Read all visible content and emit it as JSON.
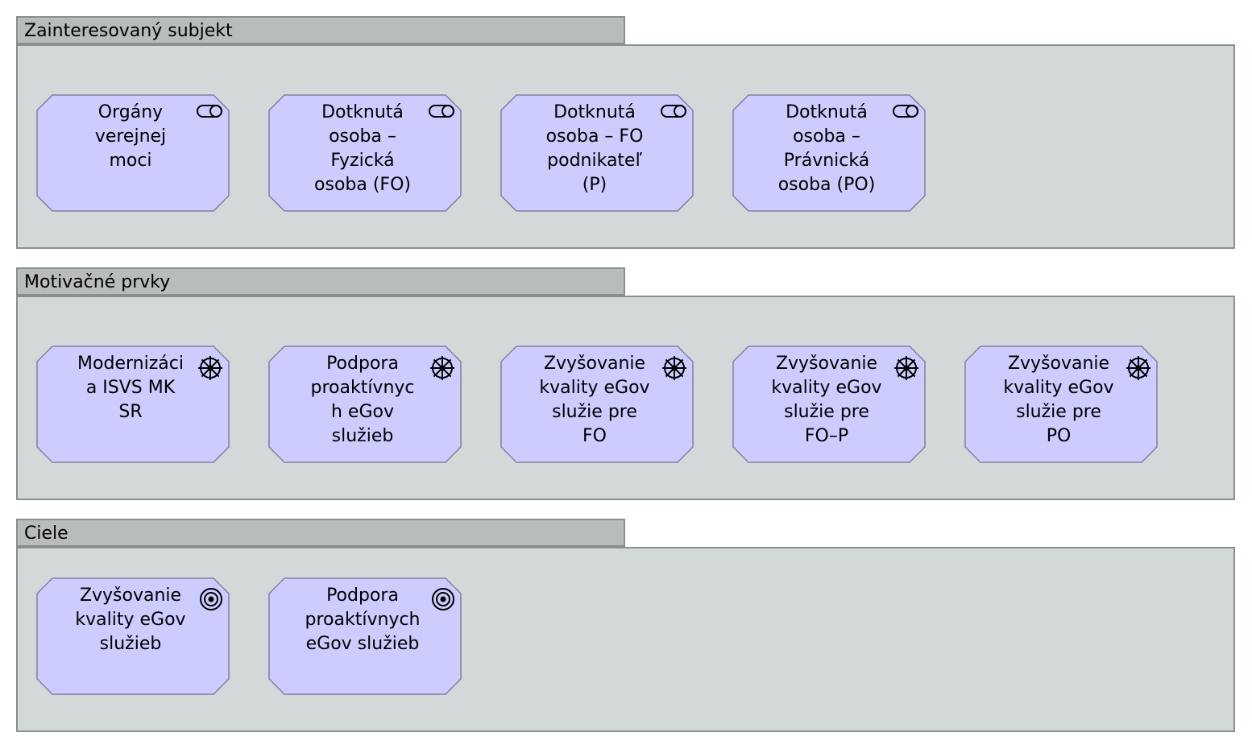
{
  "groups": [
    {
      "title": "Zainteresovaný subjekt",
      "icon": "role-icon",
      "items": [
        {
          "label": "Orgány\nverejnej\nmoci"
        },
        {
          "label": "Dotknutá\nosoba –\nFyzická\nosoba (FO)"
        },
        {
          "label": "Dotknutá\nosoba – FO\npodnikateľ\n(P)"
        },
        {
          "label": "Dotknutá\nosoba –\nPrávnická\nosoba (PO)"
        }
      ]
    },
    {
      "title": "Motivačné prvky",
      "icon": "driver-icon",
      "items": [
        {
          "label": "Modernizáci\na ISVS MK\nSR"
        },
        {
          "label": "Podpora\nproaktívnyc\nh eGov\nslužieb"
        },
        {
          "label": "Zvyšovanie\nkvality eGov\nslužie pre\nFO"
        },
        {
          "label": "Zvyšovanie\nkvality eGov\nslužie pre\nFO–P"
        },
        {
          "label": "Zvyšovanie\nkvality eGov\nslužie pre\nPO"
        }
      ]
    },
    {
      "title": "Ciele",
      "icon": "goal-icon",
      "items": [
        {
          "label": "Zvyšovanie\nkvality eGov\nslužieb"
        },
        {
          "label": "Podpora\nproaktívnych\neGov služieb"
        }
      ]
    }
  ],
  "colors": {
    "element_fill": "#ccccff",
    "element_stroke": "#8080a0",
    "group_fill": "#d3d9d9",
    "group_tab_fill": "#b8bcbc"
  }
}
